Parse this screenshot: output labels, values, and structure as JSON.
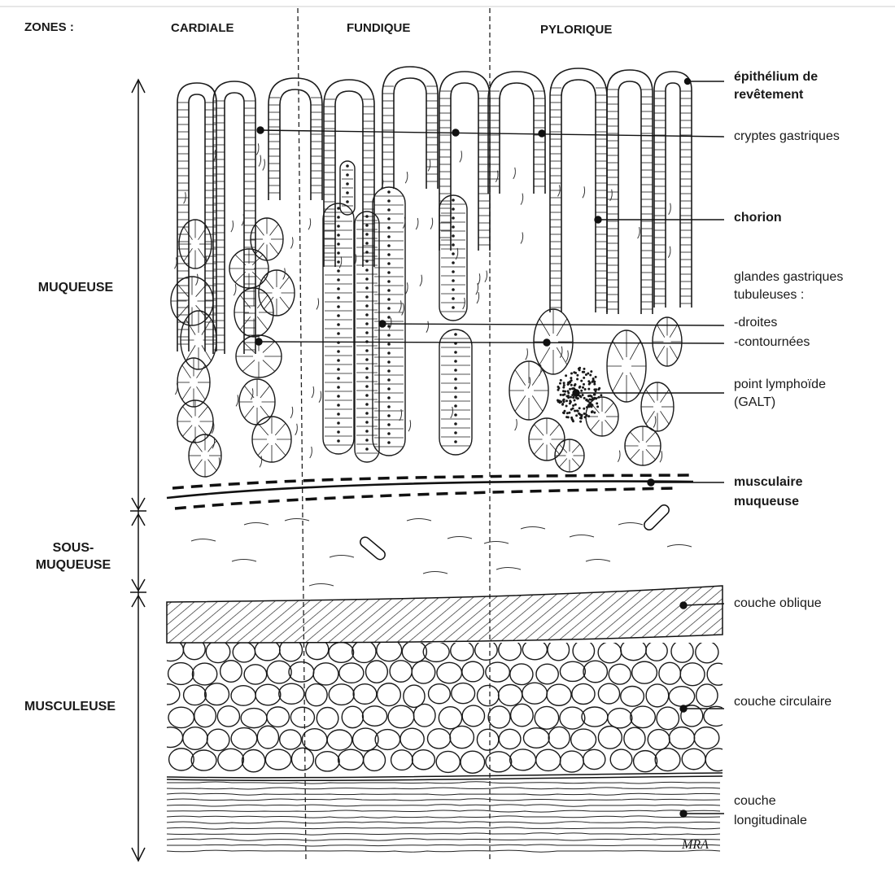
{
  "zones": {
    "label": "ZONES :",
    "cardiale": "CARDIALE",
    "fundique": "FUNDIQUE",
    "pylorique": "PYLORIQUE"
  },
  "layers": {
    "muqueuse": "MUQUEUSE",
    "sous_muqueuse_1": "SOUS-",
    "sous_muqueuse_2": "MUQUEUSE",
    "musculeuse": "MUSCULEUSE"
  },
  "annotations": {
    "epithelium_1": "épithélium de",
    "epithelium_2": "revêtement",
    "cryptes": "cryptes gastriques",
    "chorion": "chorion",
    "glandes_1": "glandes gastriques",
    "glandes_2": "tubuleuses :",
    "droites": "-droites",
    "contournees": "-contournées",
    "lymphoide_1": "point lymphoïde",
    "lymphoide_2": "(GALT)",
    "musculaire_1": "musculaire",
    "musculaire_2": "muqueuse",
    "oblique": "couche oblique",
    "circulaire": "couche circulaire",
    "longitudinale_1": "couche",
    "longitudinale_2": "longitudinale"
  },
  "signature": "MRA"
}
